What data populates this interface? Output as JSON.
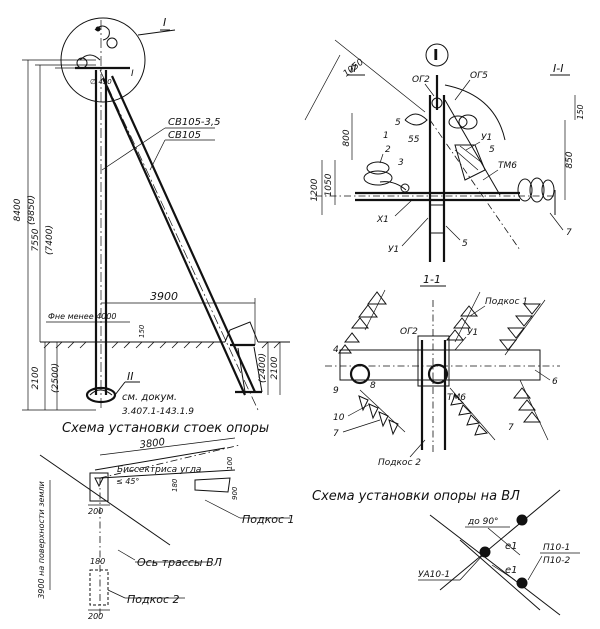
{
  "elevation": {
    "callout_top": "I",
    "callout_top_right": "I",
    "callout_bottom": "II",
    "height_total": "8400",
    "height_total_alt": "(9850)",
    "height_upper": "7550",
    "height_upper_alt": "(7400)",
    "depth_pole": "2100",
    "depth_pole_alt": "(2500)",
    "depth_brace": "2100",
    "depth_brace_alt": "(2400)",
    "span": "3900",
    "ground_note": "Фне менее 4000",
    "small_dim": "150",
    "head_dim": "∅ 430",
    "wire_1": "СВ105-3,5",
    "wire_2": "СВ105",
    "ref_line1": "см. докум.",
    "ref_line2": "3.407.1-143.1.9"
  },
  "detail_I": {
    "title": "I",
    "section_left": "II",
    "section_right": "I-I",
    "dim_diag": "1050",
    "dim_1200": "1200",
    "dim_1050": "1050",
    "dim_800": "800",
    "dim_150": "150",
    "dim_850": "850",
    "labels": {
      "og2": "ОГ2",
      "og5": "ОГ5",
      "b5": "5",
      "b55": "55",
      "u1_top": "У1",
      "n5_right": "5",
      "n1": "1",
      "n2": "2",
      "n3": "3",
      "tm6": "ТМ6",
      "x1": "Х1",
      "u1_bottom": "У1",
      "n5_bottom": "5",
      "n7": "7"
    }
  },
  "section_A": {
    "title": "1-1",
    "brace_1": "Подкос 1",
    "brace_2": "Подкос 2",
    "og2": "ОГ2",
    "u1": "У1",
    "tm6": "ТМ6",
    "n4": "4",
    "n9": "9",
    "n8": "8",
    "n10": "10",
    "n7_left": "7",
    "n7_right": "7",
    "n6": "6"
  },
  "plan": {
    "caption": "Схема установки стоек опоры",
    "dim_3800": "3800",
    "bisector": "Биссектриса угла",
    "angle": "≤ 45°",
    "dim_200": "200",
    "dim_100": "100",
    "dim_80": "180",
    "dim_900": "900",
    "side_label": "3900 на поверхности земли",
    "brace_1": "Подкос 1",
    "brace_2": "Подкос 2",
    "axis": "Ось трассы ВЛ",
    "dim_180": "180",
    "dim_200b": "200"
  },
  "line_plan": {
    "caption": "Схема установки опоры на ВЛ",
    "angle": "до 90°",
    "e1": "е1",
    "e2": "е1",
    "p1": "П10-1",
    "p2": "П10-2",
    "ua": "УА10-1"
  }
}
